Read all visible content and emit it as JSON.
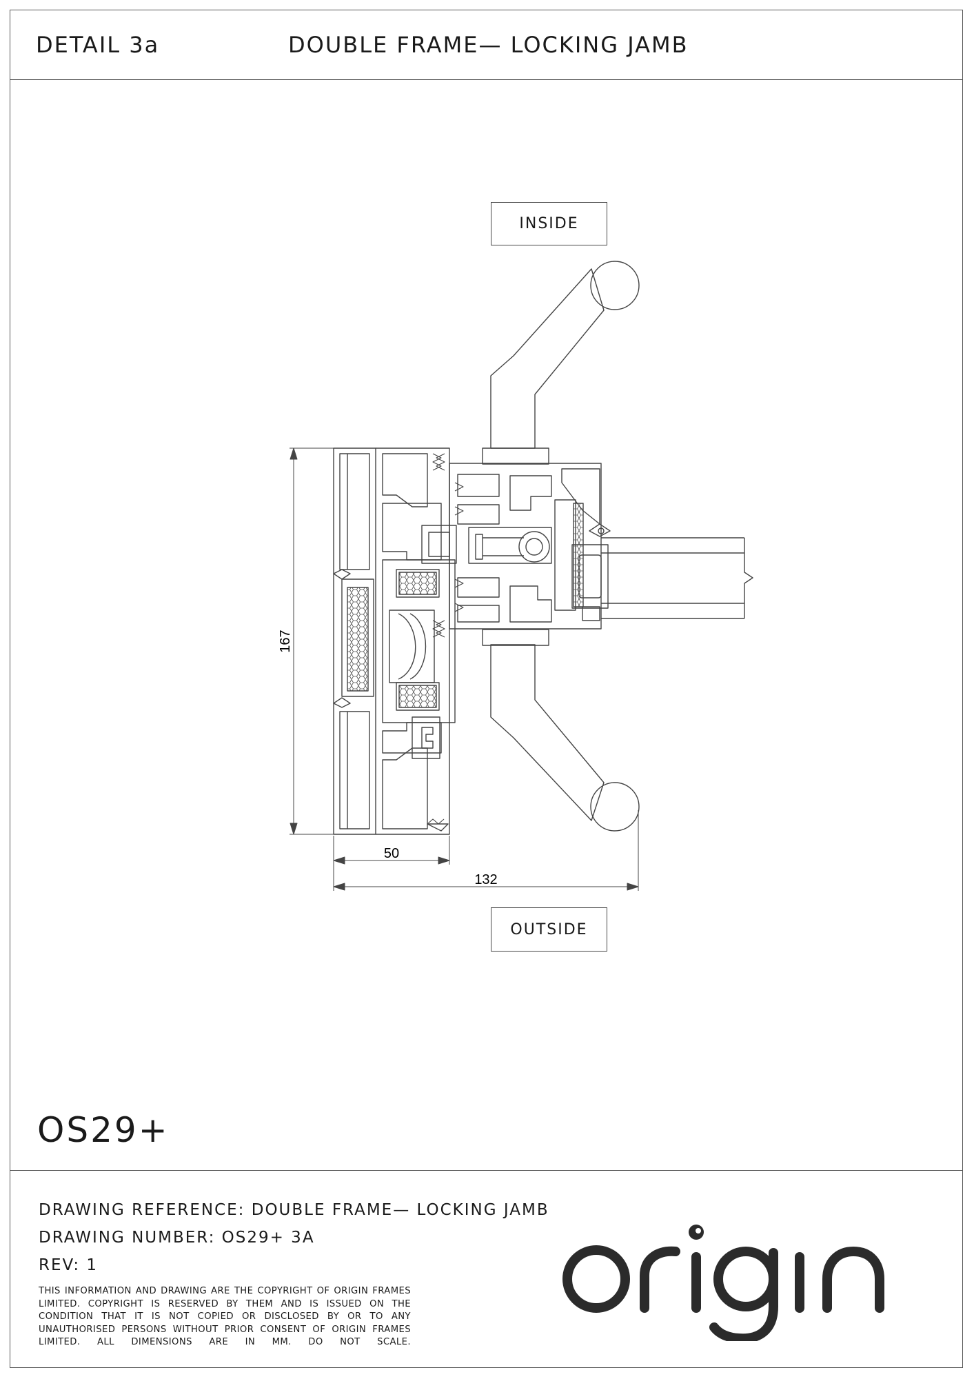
{
  "header": {
    "detail": "DETAIL 3a",
    "title": "DOUBLE FRAME— LOCKING JAMB"
  },
  "drawing": {
    "inside_label": "INSIDE",
    "outside_label": "OUTSIDE",
    "dimensions": {
      "height": "167",
      "frame_depth": "50",
      "overall_depth": "132"
    }
  },
  "product": {
    "name": "OS29+"
  },
  "title_block": {
    "reference": "DRAWING REFERENCE: DOUBLE FRAME— LOCKING JAMB",
    "number": "DRAWING NUMBER: OS29+ 3A",
    "rev": "REV: 1",
    "legal": "THIS INFORMATION AND DRAWING ARE THE COPYRIGHT OF ORIGIN FRAMES LIMITED. COPYRIGHT IS RESERVED BY THEM AND IS ISSUED ON THE CONDITION THAT IT IS NOT COPIED OR DISCLOSED BY OR TO ANY UNAUTHORISED PERSONS WITHOUT PRIOR CONSENT OF ORIGIN FRAMES LIMITED. ALL DIMENSIONS ARE IN MM. DO NOT SCALE."
  },
  "logo": {
    "text": "origin",
    "color": "#2b2b2b"
  },
  "colors": {
    "line": "#444444",
    "border": "#555555"
  }
}
